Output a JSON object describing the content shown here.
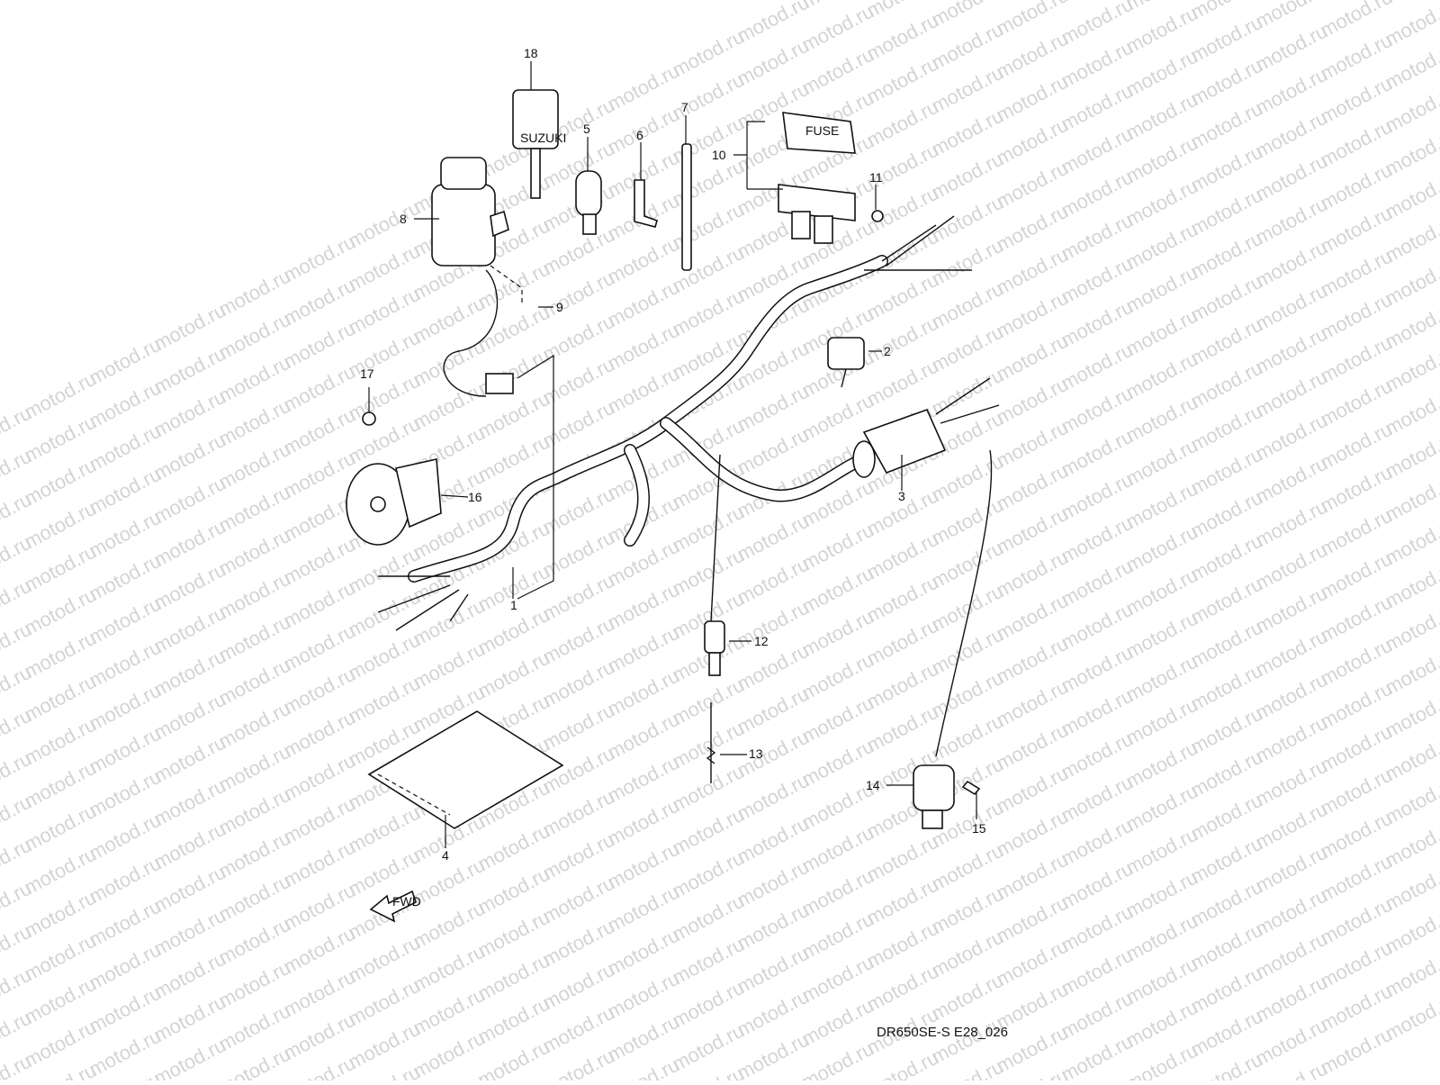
{
  "watermark": "motod.ru",
  "diagram_code": "DR650SE-S E28_026",
  "fwd_label": "FWD",
  "fuse_label": "FUSE",
  "key_label": "SUZUKI",
  "callouts": [
    "1",
    "2",
    "3",
    "4",
    "5",
    "6",
    "7",
    "8",
    "9",
    "10",
    "11",
    "12",
    "13",
    "14",
    "15",
    "16",
    "17",
    "18"
  ]
}
